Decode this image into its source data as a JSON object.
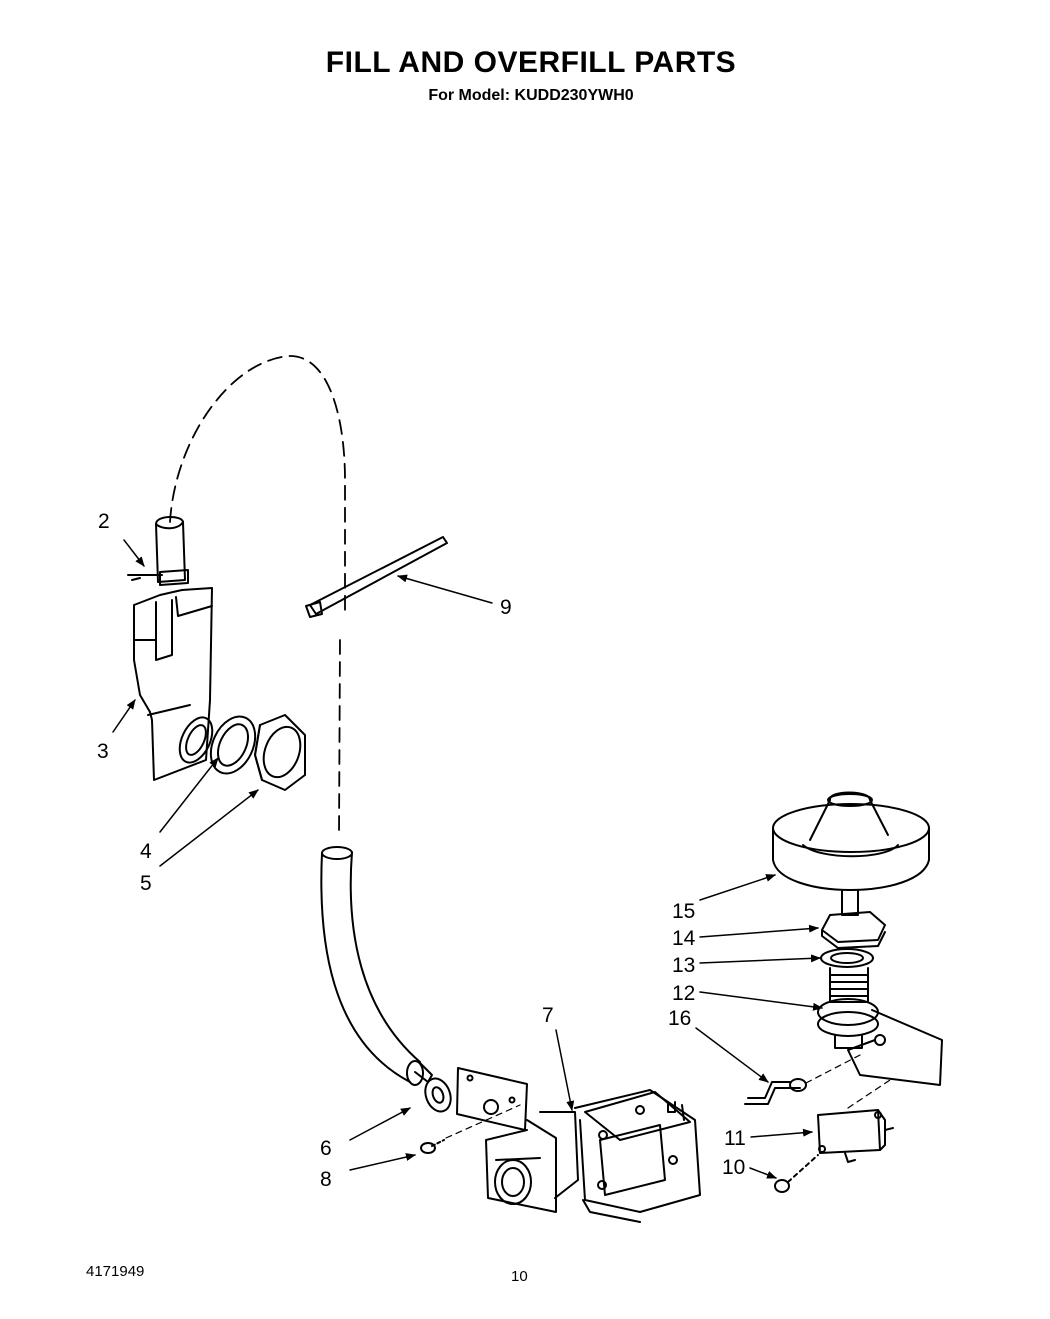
{
  "header": {
    "title": "FILL AND OVERFILL PARTS",
    "subtitle": "For Model: KUDD230YWH0"
  },
  "footer": {
    "doc_number": "4171949",
    "page_number": "10"
  },
  "callouts": [
    "2",
    "3",
    "4",
    "5",
    "6",
    "7",
    "8",
    "9",
    "10",
    "11",
    "12",
    "13",
    "14",
    "15",
    "16"
  ]
}
